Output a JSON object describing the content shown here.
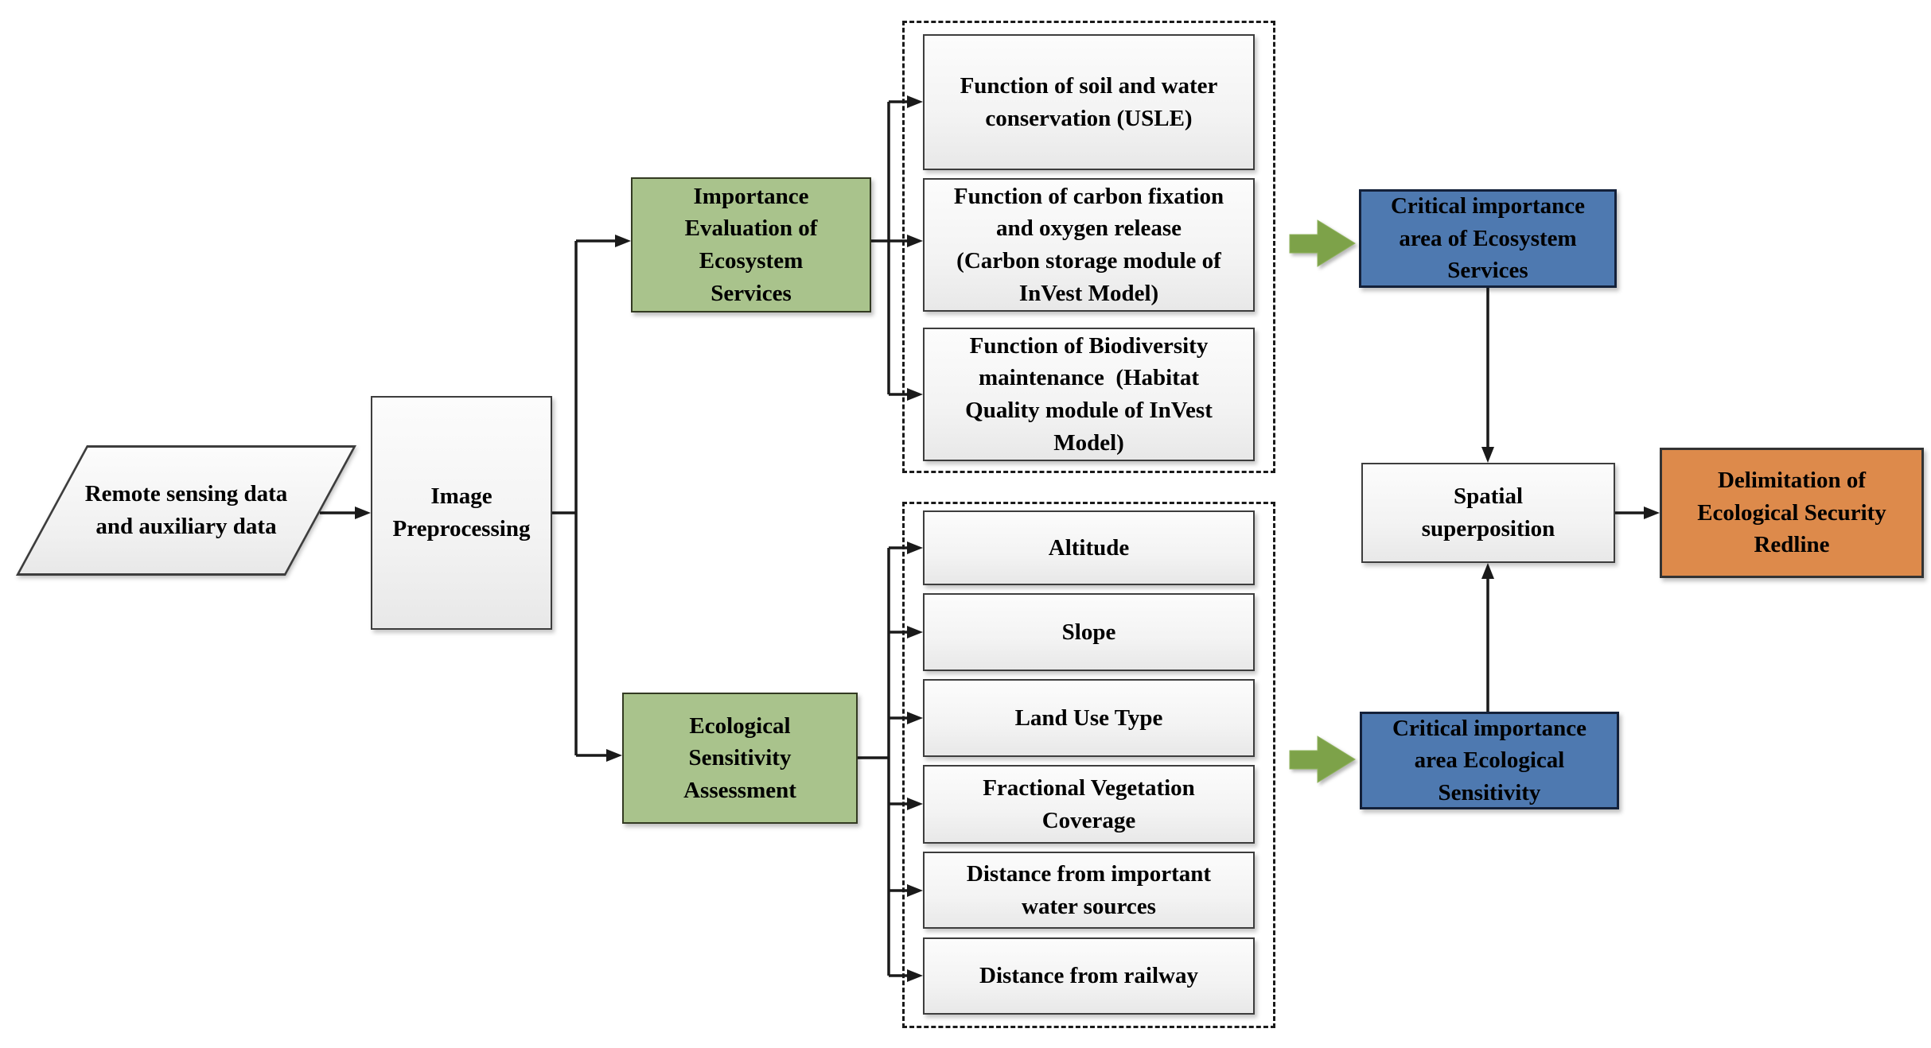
{
  "title": "Ecological Security Redline delimitation flowchart",
  "nodes": {
    "remote_sensing": "Remote sensing data\nand auxiliary data",
    "image_preprocessing": "Image\nPreprocessing",
    "importance_evaluation": "Importance\nEvaluation of\nEcosystem\nServices",
    "ecological_sensitivity": "Ecological\nSensitivity\nAssessment",
    "es_functions": [
      "Function of soil and water\nconservation (USLE)",
      "Function of carbon fixation\nand oxygen release\n(Carbon storage module of\nInVest Model)",
      "Function of Biodiversity\nmaintenance  (Habitat\nQuality module of InVest\nModel)"
    ],
    "sensitivity_factors": [
      "Altitude",
      "Slope",
      "Land Use Type",
      "Fractional Vegetation\nCoverage",
      "Distance from important\nwater sources",
      "Distance from railway"
    ],
    "critical_es": "Critical importance\narea of Ecosystem\nServices",
    "critical_sensitivity": "Critical importance\narea Ecological\nSensitivity",
    "spatial_superposition": "Spatial\nsuperposition",
    "delimitation": "Delimitation of\nEcological Security\nRedline"
  },
  "colors": {
    "process_green": "#a9c38c",
    "arrow_green": "#7da249",
    "result_blue": "#4e79b0",
    "output_orange": "#dd8a4b",
    "line_black": "#1a1a1a"
  }
}
